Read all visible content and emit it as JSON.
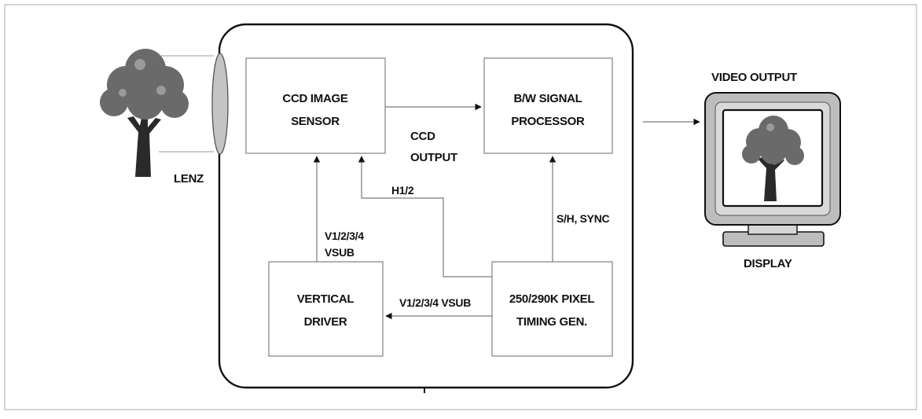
{
  "blocks": {
    "ccd_sensor": [
      "CCD IMAGE",
      "SENSOR"
    ],
    "signal_processor": [
      "B/W SIGNAL",
      "PROCESSOR"
    ],
    "vertical_driver": [
      "VERTICAL",
      "DRIVER"
    ],
    "timing_gen": [
      "250/290K PIXEL",
      "TIMING GEN."
    ]
  },
  "signals": {
    "ccd_output": [
      "CCD",
      "OUTPUT"
    ],
    "h_clock": "H1/2",
    "sh_sync": "S/H, SYNC",
    "v_vsub_up": [
      "V1/2/3/4",
      "VSUB"
    ],
    "v_vsub_left": "V1/2/3/4 VSUB"
  },
  "labels": {
    "lenz": "LENZ",
    "video_output": "VIDEO OUTPUT",
    "display": "DISPLAY"
  },
  "colors": {
    "foliage": "#6a6a6a",
    "trunk": "#2a2a2a",
    "lens": "#c4c4c4",
    "monitor": "#bdbdbd",
    "outline": "#111111"
  },
  "icons": [
    "tree-icon",
    "lens-icon",
    "monitor-icon"
  ]
}
